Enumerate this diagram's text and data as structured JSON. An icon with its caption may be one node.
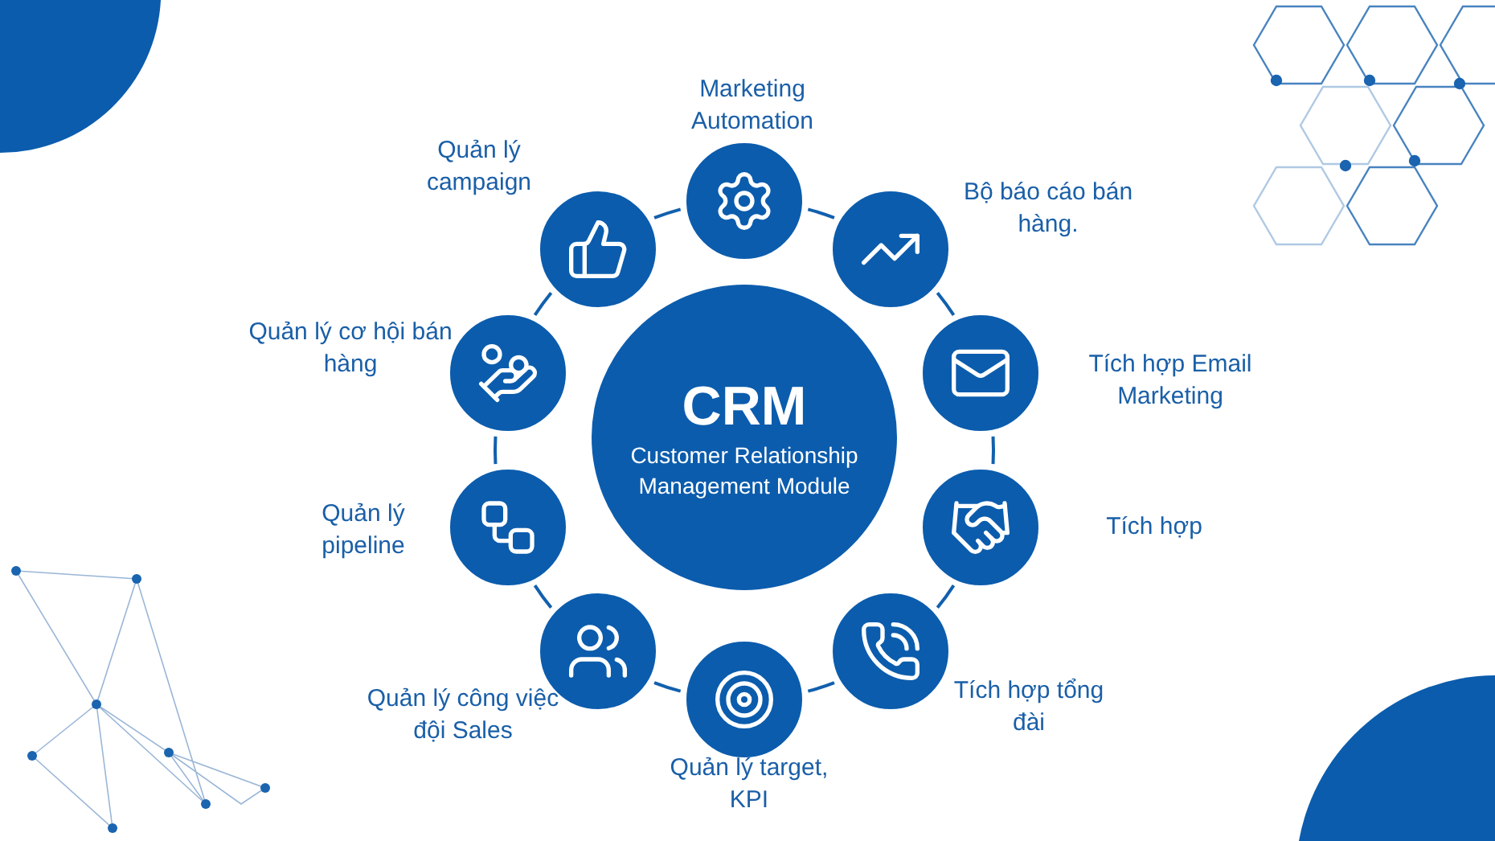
{
  "diagram": {
    "nodes": [
      {
        "text": [
          "CRM",
          "Customer Relationship Management Module"
        ]
      },
      {
        "text": [],
        "shape": "circle",
        "beside": [
          "Marketing Automation"
        ]
      },
      {
        "text": [],
        "shape": "circle",
        "beside": [
          "Bộ báo cáo bán hàng."
        ]
      },
      {
        "text": [],
        "shape": "circle",
        "beside": [
          "Tích hợp Email Marketing"
        ]
      },
      {
        "text": [],
        "shape": "circle",
        "beside": [
          "Tích hợp"
        ]
      },
      {
        "text": [],
        "shape": "circle",
        "beside": [
          "Tích hợp tổng đài"
        ]
      },
      {
        "text": [],
        "shape": "circle",
        "beside": [
          "Quản lý target, KPI"
        ]
      },
      {
        "text": [],
        "shape": "circle",
        "beside": [
          "Quản lý công việc đội Sales"
        ]
      },
      {
        "text": [],
        "shape": "circle",
        "beside": [
          "Quản lý pipeline"
        ]
      },
      {
        "text": [],
        "shape": "circle",
        "beside": [
          "Quản lý cơ hội bán hàng"
        ]
      },
      {
        "text": [],
        "shape": "circle",
        "beside": [
          "Quản lý campaign"
        ]
      }
    ],
    "edges": [
      {
        "from": 1,
        "to": 2,
        "arrow": "none"
      },
      {
        "from": 2,
        "to": 3,
        "arrow": "none"
      },
      {
        "from": 3,
        "to": 4,
        "arrow": "none"
      },
      {
        "from": 4,
        "to": 5,
        "arrow": "none"
      },
      {
        "from": 5,
        "to": 6,
        "arrow": "none"
      },
      {
        "from": 6,
        "to": 7,
        "arrow": "none"
      },
      {
        "from": 7,
        "to": 8,
        "arrow": "none"
      },
      {
        "from": 8,
        "to": 9,
        "arrow": "none"
      },
      {
        "from": 9,
        "to": 10,
        "arrow": "none"
      },
      {
        "from": 10,
        "to": 1,
        "arrow": "none"
      }
    ]
  }
}
